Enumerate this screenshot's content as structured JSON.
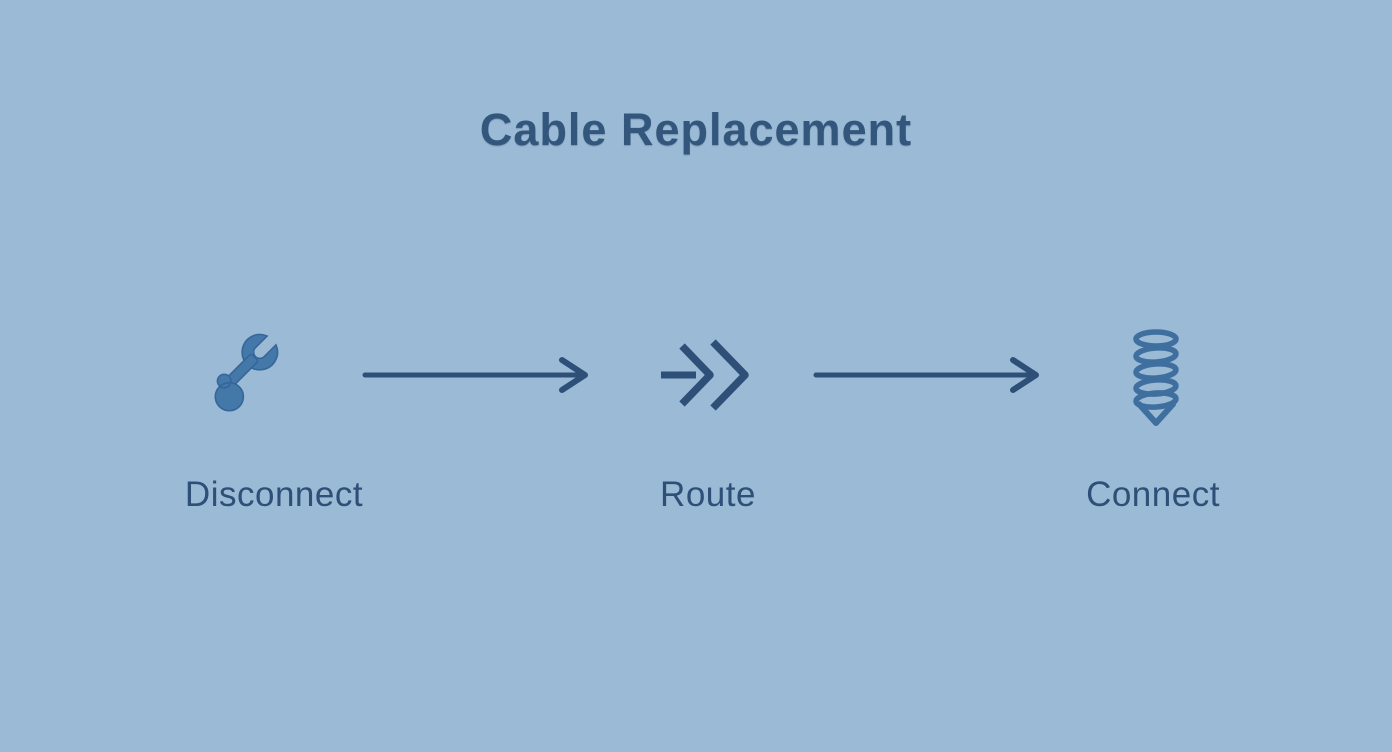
{
  "title": "Cable Replacement",
  "colors": {
    "background": "#9bbad5",
    "title": "#33567d",
    "ink": "#2e5078",
    "wrench": "#4478a9",
    "wrench_edge": "#35659a",
    "screw": "#3f6f9f"
  },
  "steps": [
    {
      "label": "Disconnect",
      "icon": "wrench-icon"
    },
    {
      "label": "Route",
      "icon": "route-chevrons-icon"
    },
    {
      "label": "Connect",
      "icon": "screw-icon"
    }
  ],
  "connectors": [
    {
      "type": "arrow-right"
    },
    {
      "type": "arrow-right"
    }
  ]
}
